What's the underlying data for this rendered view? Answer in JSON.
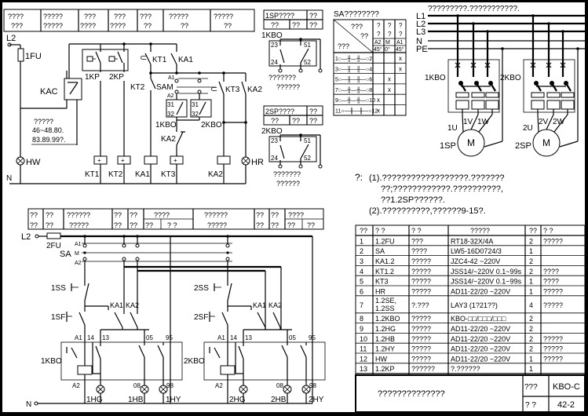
{
  "frame": {
    "border_color": "#000000",
    "background": "#ffffff"
  },
  "top_header": {
    "cells": [
      {
        "l1": "????",
        "l2": "???"
      },
      {
        "l1": "?????",
        "l2": "?????"
      },
      {
        "l1": "???",
        "l2": "????"
      },
      {
        "l1": "???",
        "l2": "????"
      },
      {
        "l1": "???",
        "l2": "??"
      },
      {
        "l1": "?????",
        "l2": "??"
      },
      {
        "l1": "?????",
        "l2": "??"
      }
    ]
  },
  "control_circuit": {
    "supply_top": "L2",
    "supply_bottom": "N",
    "fuse": "1FU",
    "relay_kac": "KAC",
    "note_lines": [
      "?????",
      "46~48.80.",
      "83.89.99?."
    ],
    "kp_switches": [
      "1KP",
      "2KP"
    ],
    "contacts": {
      "kt1": "KT1",
      "ka1": "KA1",
      "kt2": "KT2",
      "sam": "SAM",
      "kt3": "KT3",
      "ka2": "KA2",
      "ka2_lower": "KA2",
      "a1": "A1",
      "a2": "A2"
    },
    "kbo_blocks": [
      {
        "name": "1KBO",
        "t1": "31",
        "t2": "32"
      },
      {
        "name": "2KBO",
        "t1": "31",
        "t2": "32"
      }
    ],
    "lamps": {
      "left": "HW",
      "right": "HR"
    },
    "coils": [
      "KT1",
      "KT2",
      "KA1",
      "KT3",
      "KA2"
    ]
  },
  "sp_tables": [
    {
      "title": "1SP????",
      "c1": "??",
      "c2": "??",
      "c3": "??",
      "c4": "??",
      "device": "1KBO",
      "t23": "23",
      "t24": "24",
      "t51": "51",
      "t52": "52",
      "cap1": "???????",
      "cap2": "??????"
    },
    {
      "title": "2SP????",
      "c1": "??",
      "c2": "??",
      "c3": "??",
      "c4": "??",
      "device": "2KBO",
      "t23": "23",
      "t24": "24",
      "t51": "51",
      "t52": "52",
      "cap1": "???????",
      "cap2": "??????"
    }
  ],
  "sa_table": {
    "title": "SA????????",
    "diag_top": "???",
    "diag_mid": "??",
    "diag_bottom": "???",
    "col_heads": [
      {
        "q1": "?",
        "q2": "?",
        "pos": "A2",
        "angle": "45°"
      },
      {
        "q1": "?",
        "q2": "?",
        "pos": "M",
        "angle": "0°"
      },
      {
        "q1": "?",
        "q2": "?",
        "pos": "A1",
        "angle": "45°"
      }
    ],
    "rows": [
      {
        "contact": "1○—╫—╫—○2",
        "marks": [
          "",
          "",
          "x"
        ]
      },
      {
        "contact": "3○—╫—╫—○4",
        "marks": [
          "",
          "",
          "x"
        ]
      },
      {
        "contact": "5○—╫—╫—○6",
        "marks": [
          "",
          "x",
          ""
        ]
      },
      {
        "contact": "7○—╫—╫—○8",
        "marks": [
          "",
          "x",
          ""
        ]
      },
      {
        "contact": "9○—╫—╫—○10",
        "marks": [
          "x",
          "",
          ""
        ]
      },
      {
        "contact": "11○—╫—╫—○12",
        "marks": [
          "x",
          "",
          ""
        ]
      }
    ]
  },
  "power_circuit": {
    "title": "?????????.???????????.",
    "buses": [
      "L1",
      "L2",
      "L3",
      "N",
      "PE"
    ],
    "units": [
      {
        "kbo": "1KBO",
        "motor": "1SP",
        "u": "1U",
        "v": "1V",
        "w": "1W",
        "motor_symbol": "M"
      },
      {
        "kbo": "2KBO",
        "motor": "2SP",
        "u": "2U",
        "v": "2V",
        "w": "2W",
        "motor_symbol": "M"
      }
    ]
  },
  "notes": {
    "prefix": "?:",
    "lines": [
      "(1).??????????????????.???????",
      "??;????????????.??????????,",
      "??1.2SP??????.",
      "(2).??????????,??????9-15?."
    ]
  },
  "lower_header": {
    "cells": [
      {
        "l1": "??",
        "l2": "??"
      },
      {
        "l1": "??",
        "l2": "??"
      },
      {
        "l1": "??????",
        "l2": "?????"
      },
      {
        "l1": "??",
        "l2": "??"
      },
      {
        "l1": "??",
        "l2": "??"
      },
      {
        "l1": "????",
        "l2a": "??",
        "l2b": "? ?"
      },
      {
        "l1": "??????",
        "l2": "?????"
      },
      {
        "l1": "??",
        "l2": "??"
      },
      {
        "l1": "??",
        "l2": "??"
      },
      {
        "l1": "????",
        "l2a": "??",
        "l2b": "??"
      }
    ]
  },
  "lower_circuit": {
    "supply_top": "L2",
    "supply_bottom": "N",
    "fuse": "2FU",
    "sa": "SA",
    "sa_a1": "A1",
    "sa_m": "M",
    "sa_a2": "A2",
    "units": [
      {
        "ss": "1SS",
        "sf": "1SF",
        "ka1": "KA1",
        "ka2": "KA2",
        "kbo": "1KBO",
        "a1": "A1",
        "t14": "14",
        "t13": "13",
        "t05": "05",
        "t95": "95",
        "a2": "A2",
        "t08": "08",
        "t98": "98",
        "hg": "1HG",
        "hb": "1HB",
        "hy": "1HY"
      },
      {
        "ss": "2SS",
        "sf": "2SF",
        "ka1": "KA1",
        "ka2": "KA2",
        "kbo": "2KBO",
        "a1": "A1",
        "t14": "14",
        "t13": "13",
        "t05": "05",
        "t95": "95",
        "a2": "A2",
        "t08": "08",
        "t98": "98",
        "hg": "2HG",
        "hb": "2HB",
        "hy": "2HY"
      }
    ]
  },
  "parts_table": {
    "headers": [
      "??",
      "? ?",
      "? ?",
      "?????",
      "??",
      "? ?"
    ],
    "rows": [
      [
        "1",
        "1.2FU",
        "???",
        "RT18-32X/4A",
        "2",
        "?????"
      ],
      [
        "2",
        "SA",
        "????",
        "LW5-16D0724/3",
        "1",
        ""
      ],
      [
        "3",
        "KA1.2",
        "?????",
        "JZC4-42 ~220V",
        "2",
        ""
      ],
      [
        "4",
        "KT1.2",
        "?????",
        "JSS14/~220V 0.1~99s",
        "2",
        "????"
      ],
      [
        "5",
        "KT3",
        "?????",
        "JSS14/~220V 0.1~99s",
        "1",
        "????"
      ],
      [
        "6",
        "HR",
        "?????",
        "AD11-22/20 ~220V",
        "1",
        "?????"
      ],
      [
        "7",
        "1.2SE, 1.2SS",
        "?.???",
        "LAY3 (1?21??)",
        "4",
        "?????"
      ],
      [
        "8",
        "1.2KBO",
        "?????",
        "KBO-□□/□□□/□□□",
        "2",
        ""
      ],
      [
        "9",
        "1.2HG",
        "?????",
        "AD11-22/20 ~220V",
        "2",
        ""
      ],
      [
        "10",
        "1.2HB",
        "?????",
        "AD11-22/20 ~220V",
        "2",
        "?????"
      ],
      [
        "11",
        "1.2HY",
        "?????",
        "AD11-22/20 ~220V",
        "2",
        "?????"
      ],
      [
        "12",
        "HW",
        "?????",
        "AD11-22/20 ~220V",
        "1",
        "?????"
      ],
      [
        "13",
        "1.2KP",
        "??????",
        "?.??????",
        "1",
        ""
      ]
    ]
  },
  "title_block": {
    "drawing_name": "??????????????",
    "label1": "???",
    "value1": "KBO-C",
    "label2": "? ?",
    "value2": "42-2"
  }
}
